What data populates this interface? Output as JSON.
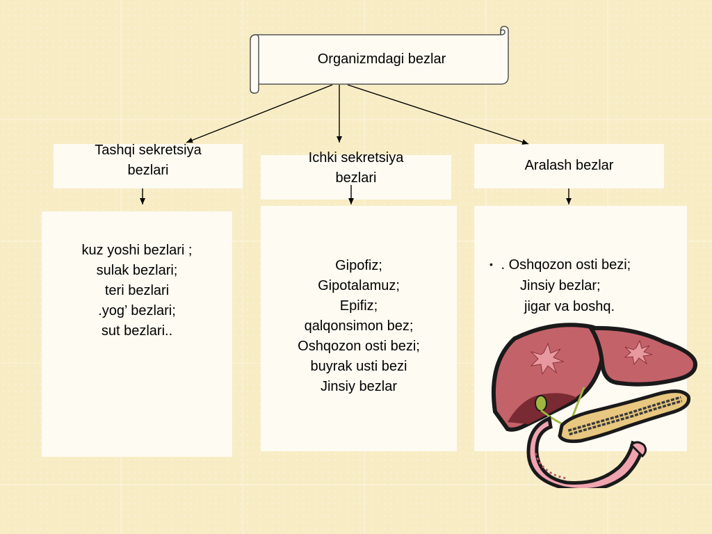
{
  "title": "Organizmdagi  bezlar",
  "categories": [
    {
      "label_lines": [
        "Tashqi sekretsiya",
        "bezlari"
      ],
      "items": [
        "kuz yoshi bezlari  ;",
        "sulak bezlari;",
        "teri bezlari",
        ".yog’ bezlari;",
        "sut bezlari.."
      ]
    },
    {
      "label_lines": [
        "Ichki sekretsiya",
        "bezlari"
      ],
      "items": [
        "Gipofiz;",
        "Gipotalamuz;",
        "Epifiz;",
        "qalqonsimon bez;",
        "Oshqozon osti bezi;",
        "buyrak usti bezi",
        "Jinsiy bezlar"
      ]
    },
    {
      "label_lines": [
        "Aralash bezlar"
      ],
      "bullet": "•",
      "items": [
        ".  Oshqozon osti bezi;",
        "Jinsiy bezlar;",
        "jigar va boshq."
      ]
    }
  ],
  "illustration": {
    "name": "liver-and-pancreas",
    "colors": {
      "outline": "#1a1a1a",
      "liver": "#c4626a",
      "liver_light": "#e69aa0",
      "pancreas": "#e8c880",
      "gall": "#9fb640",
      "duodenum": "#f0a4b0"
    }
  }
}
